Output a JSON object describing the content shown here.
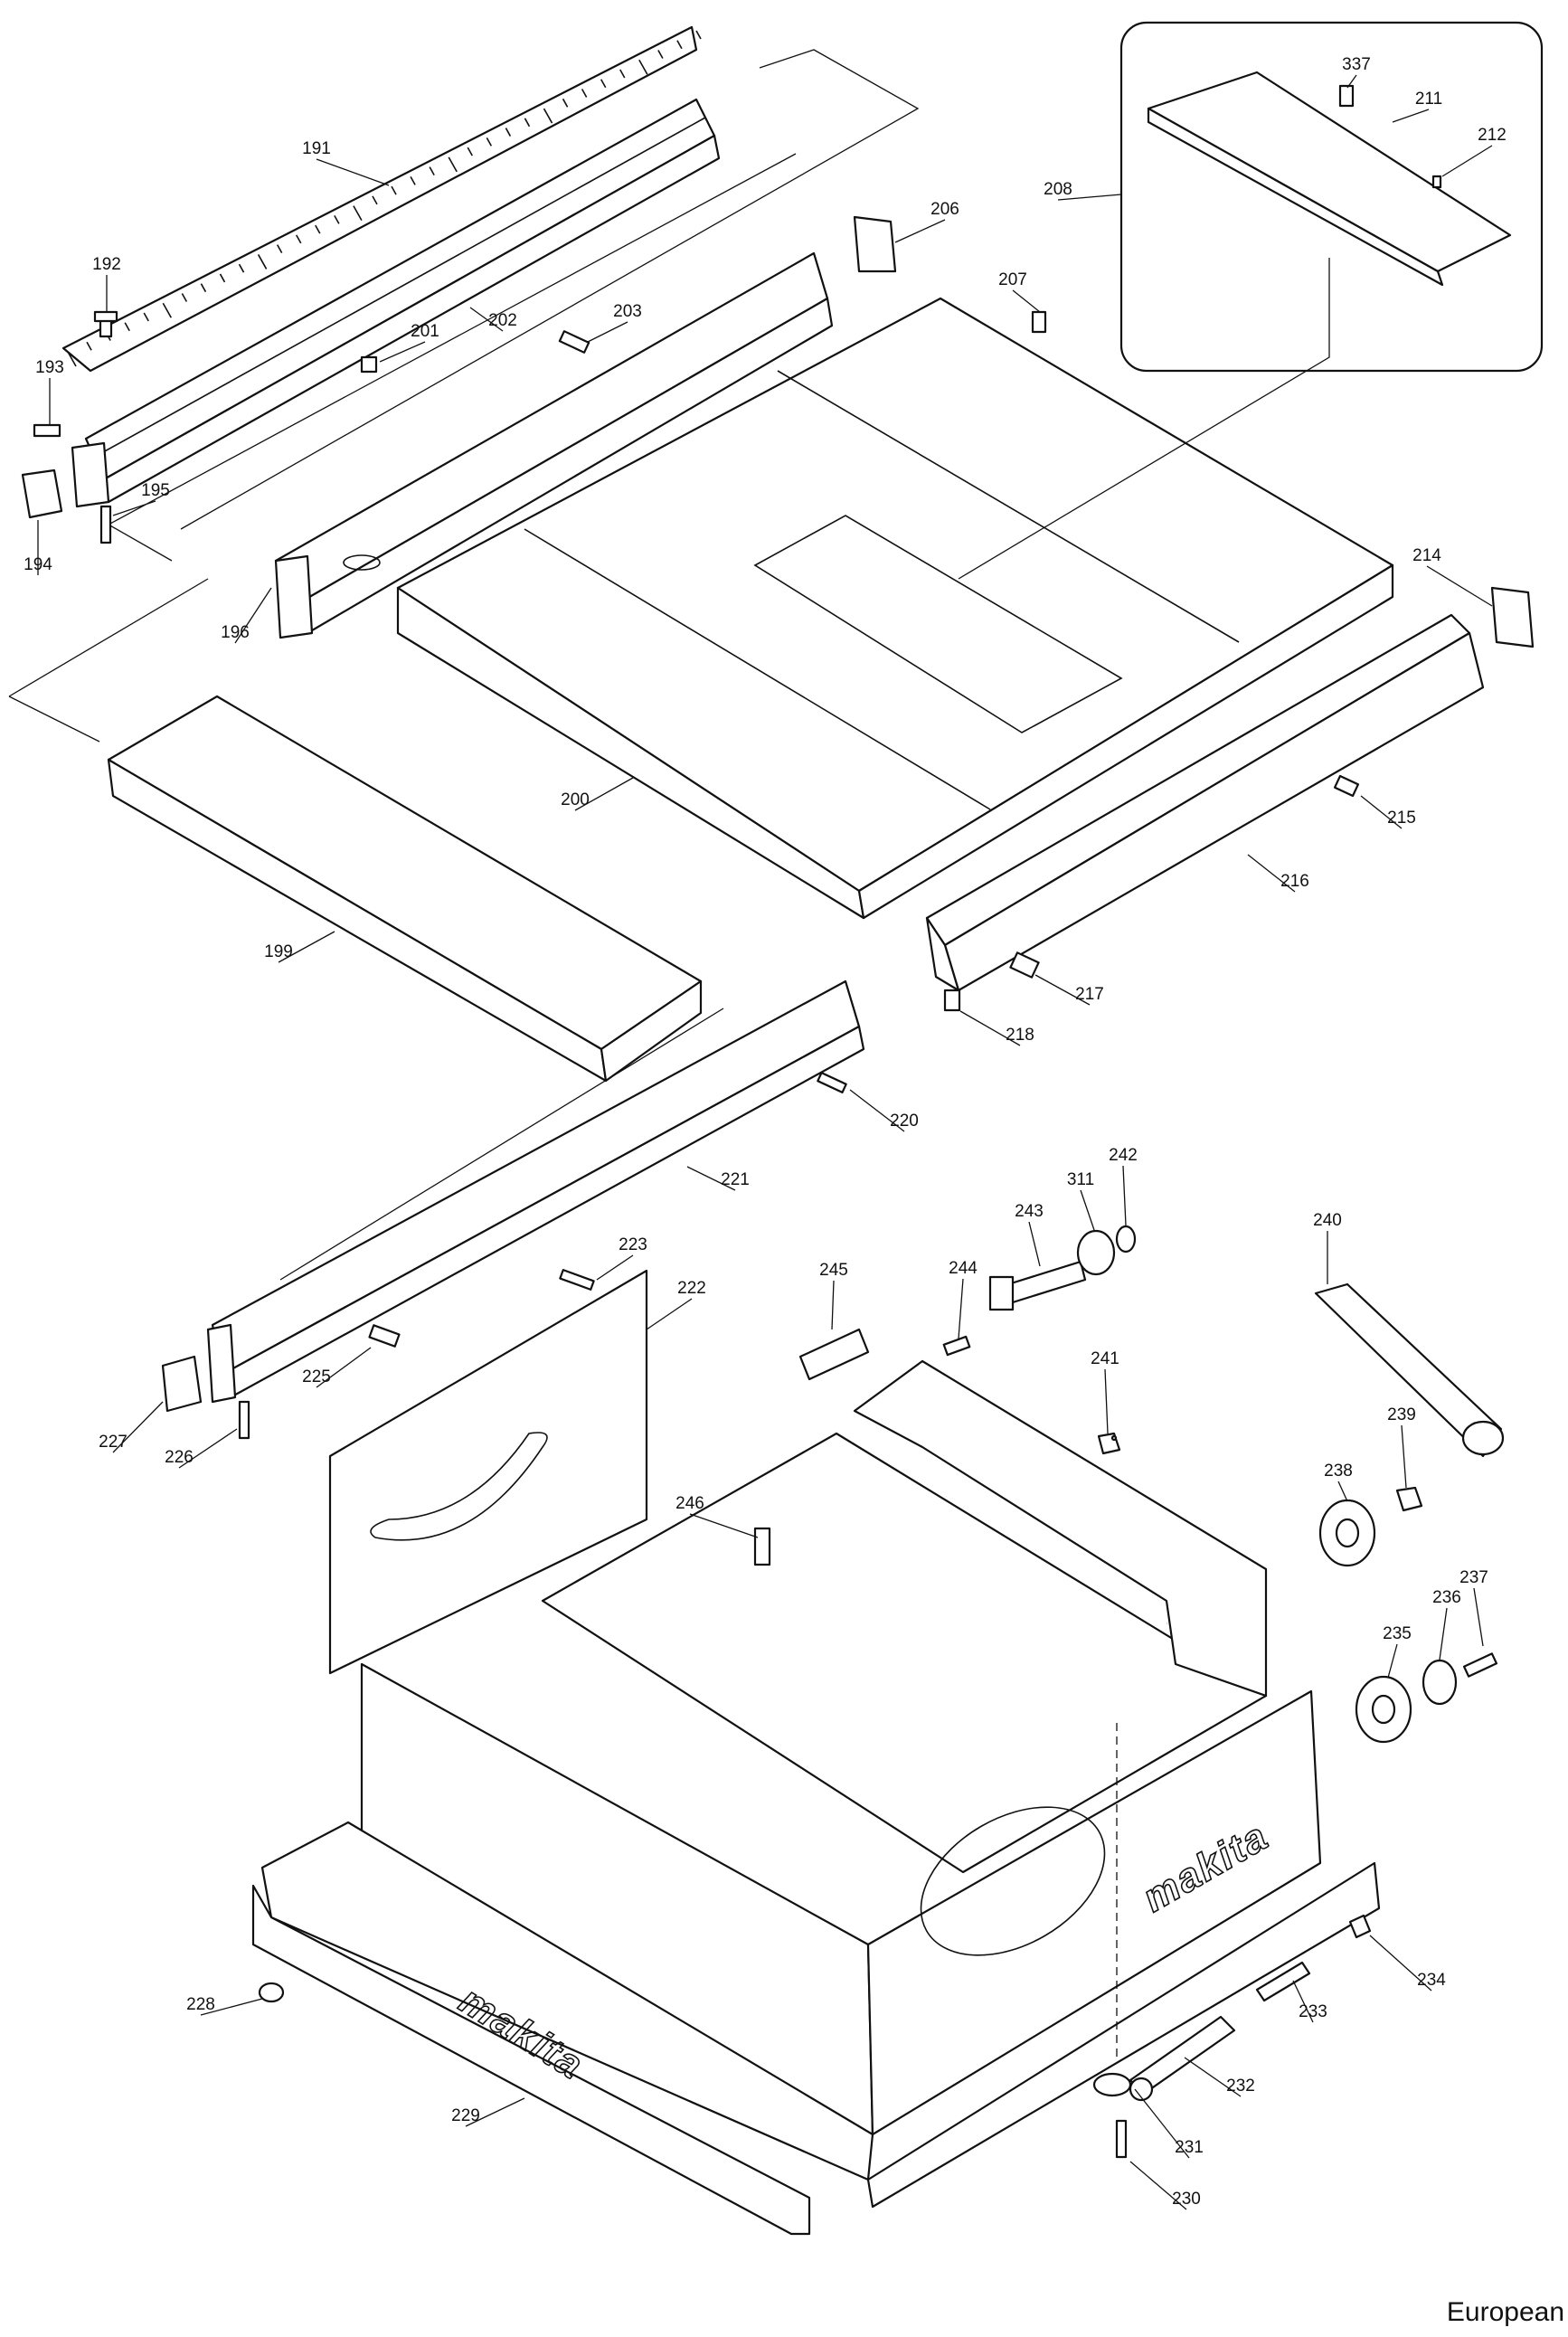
{
  "region_label": "European",
  "brand_marks": [
    "makita",
    "makita"
  ],
  "callouts": [
    {
      "id": "c191",
      "label": "191"
    },
    {
      "id": "c192",
      "label": "192"
    },
    {
      "id": "c193",
      "label": "193"
    },
    {
      "id": "c194",
      "label": "194"
    },
    {
      "id": "c195",
      "label": "195"
    },
    {
      "id": "c196",
      "label": "196"
    },
    {
      "id": "c199",
      "label": "199"
    },
    {
      "id": "c200",
      "label": "200"
    },
    {
      "id": "c201",
      "label": "201"
    },
    {
      "id": "c202",
      "label": "202"
    },
    {
      "id": "c203",
      "label": "203"
    },
    {
      "id": "c206",
      "label": "206"
    },
    {
      "id": "c207",
      "label": "207"
    },
    {
      "id": "c208",
      "label": "208"
    },
    {
      "id": "c211",
      "label": "211"
    },
    {
      "id": "c212",
      "label": "212"
    },
    {
      "id": "c214",
      "label": "214"
    },
    {
      "id": "c215",
      "label": "215"
    },
    {
      "id": "c216",
      "label": "216"
    },
    {
      "id": "c217",
      "label": "217"
    },
    {
      "id": "c218",
      "label": "218"
    },
    {
      "id": "c220",
      "label": "220"
    },
    {
      "id": "c221",
      "label": "221"
    },
    {
      "id": "c222",
      "label": "222"
    },
    {
      "id": "c223",
      "label": "223"
    },
    {
      "id": "c225",
      "label": "225"
    },
    {
      "id": "c226",
      "label": "226"
    },
    {
      "id": "c227",
      "label": "227"
    },
    {
      "id": "c228",
      "label": "228"
    },
    {
      "id": "c229",
      "label": "229"
    },
    {
      "id": "c230",
      "label": "230"
    },
    {
      "id": "c231",
      "label": "231"
    },
    {
      "id": "c232",
      "label": "232"
    },
    {
      "id": "c233",
      "label": "233"
    },
    {
      "id": "c234",
      "label": "234"
    },
    {
      "id": "c235",
      "label": "235"
    },
    {
      "id": "c236",
      "label": "236"
    },
    {
      "id": "c237",
      "label": "237"
    },
    {
      "id": "c238",
      "label": "238"
    },
    {
      "id": "c239",
      "label": "239"
    },
    {
      "id": "c240",
      "label": "240"
    },
    {
      "id": "c241",
      "label": "241"
    },
    {
      "id": "c242",
      "label": "242"
    },
    {
      "id": "c243",
      "label": "243"
    },
    {
      "id": "c244",
      "label": "244"
    },
    {
      "id": "c245",
      "label": "245"
    },
    {
      "id": "c246",
      "label": "246"
    },
    {
      "id": "c311",
      "label": "311"
    },
    {
      "id": "c337",
      "label": "337"
    }
  ]
}
